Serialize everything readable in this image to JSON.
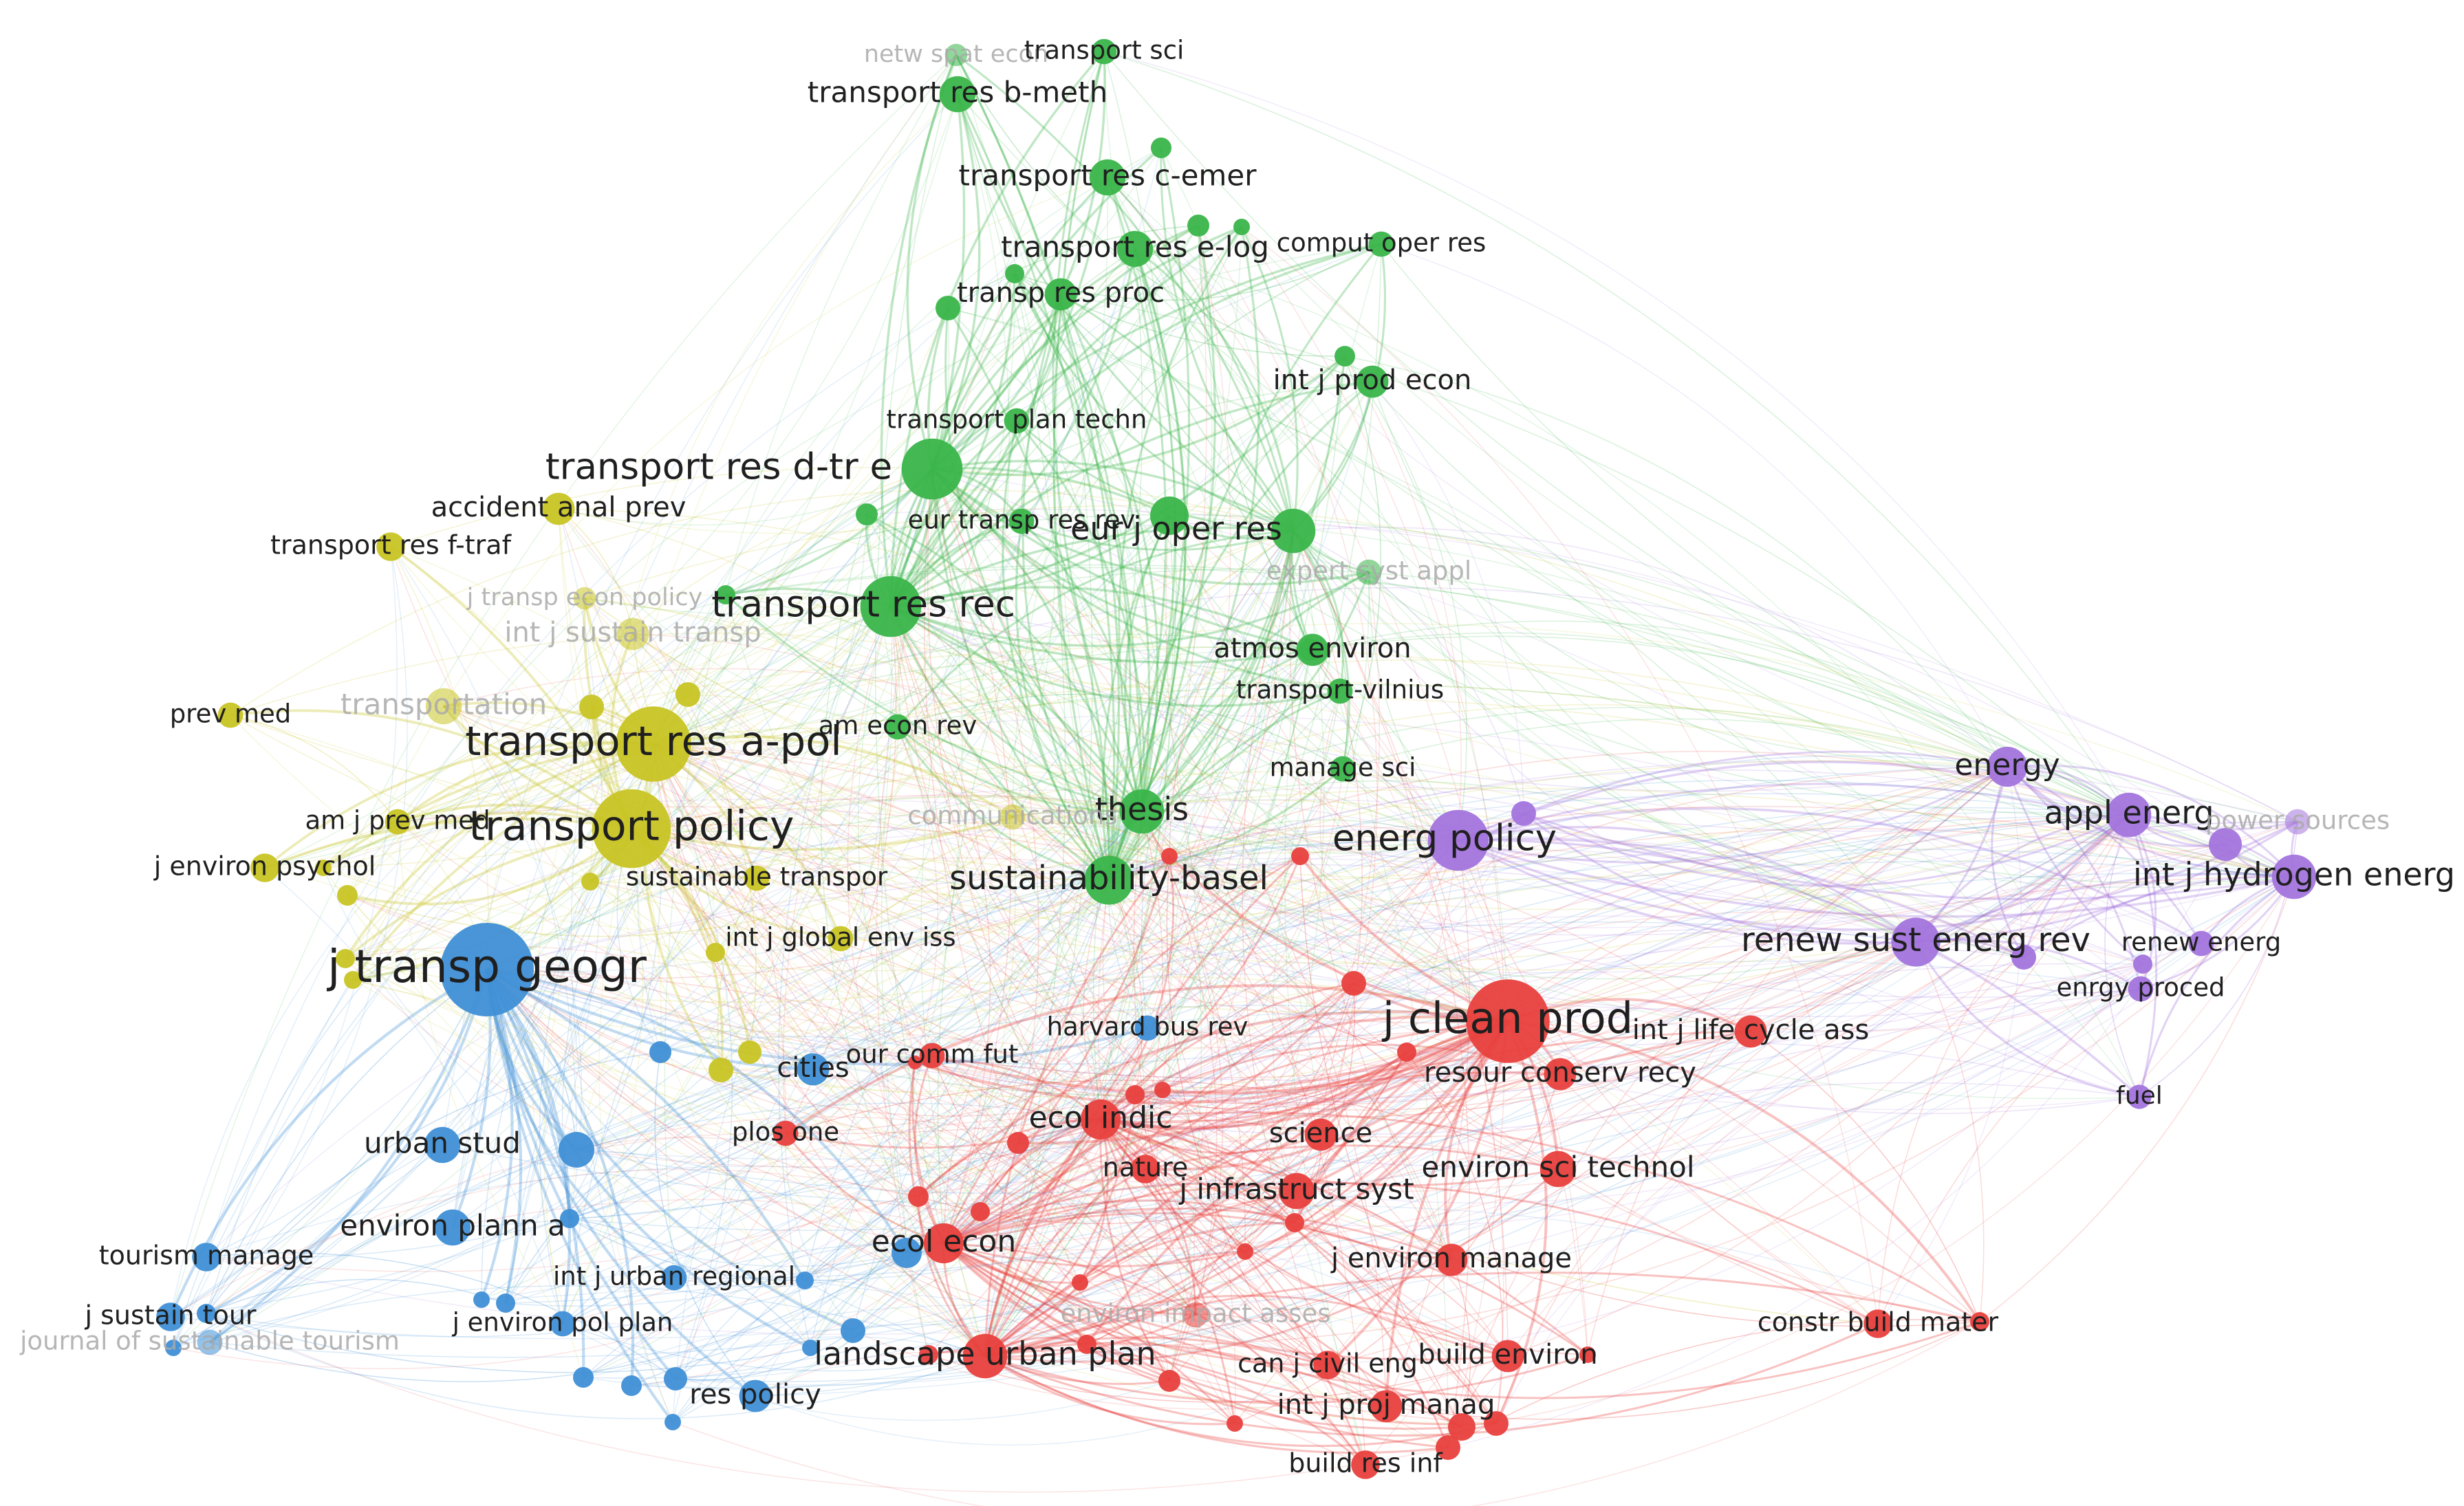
{
  "diagram": {
    "type": "co-citation network",
    "clusters": [
      {
        "id": "red",
        "color": "#e8403d"
      },
      {
        "id": "green",
        "color": "#3ab54a"
      },
      {
        "id": "blue",
        "color": "#3f8fd6"
      },
      {
        "id": "yellow",
        "color": "#c8c424"
      },
      {
        "id": "purple",
        "color": "#a374dd"
      }
    ],
    "nodes": [
      {
        "label": "j transp geogr",
        "cluster": "blue",
        "weight": 1.0,
        "faded": false
      },
      {
        "label": "transport res a-pol",
        "cluster": "yellow",
        "weight": 0.85,
        "faded": false
      },
      {
        "label": "transport policy",
        "cluster": "yellow",
        "weight": 0.88,
        "faded": false
      },
      {
        "label": "transport res d-tr e",
        "cluster": "green",
        "weight": 0.72,
        "faded": false
      },
      {
        "label": "transport res rec",
        "cluster": "green",
        "weight": 0.72,
        "faded": false
      },
      {
        "label": "j clean prod",
        "cluster": "red",
        "weight": 0.92,
        "faded": false
      },
      {
        "label": "energ policy",
        "cluster": "purple",
        "weight": 0.72,
        "faded": false
      },
      {
        "label": "renew sust energ rev",
        "cluster": "purple",
        "weight": 0.6,
        "faded": false
      },
      {
        "label": "int j hydrogen energ",
        "cluster": "purple",
        "weight": 0.55,
        "faded": false
      },
      {
        "label": "appl energ",
        "cluster": "purple",
        "weight": 0.55,
        "faded": false
      },
      {
        "label": "energy",
        "cluster": "purple",
        "weight": 0.5,
        "faded": false
      },
      {
        "label": "power sources",
        "cluster": "purple",
        "weight": 0.3,
        "faded": true
      },
      {
        "label": "renew energ",
        "cluster": "purple",
        "weight": 0.3,
        "faded": false
      },
      {
        "label": "enrgy proced",
        "cluster": "purple",
        "weight": 0.3,
        "faded": false
      },
      {
        "label": "fuel",
        "cluster": "purple",
        "weight": 0.28,
        "faded": false
      },
      {
        "label": "transport res b-meth",
        "cluster": "green",
        "weight": 0.45,
        "faded": false
      },
      {
        "label": "netw spat econ",
        "cluster": "green",
        "weight": 0.25,
        "faded": true
      },
      {
        "label": "transport sci",
        "cluster": "green",
        "weight": 0.3,
        "faded": false
      },
      {
        "label": "transport res c-emer",
        "cluster": "green",
        "weight": 0.45,
        "faded": false
      },
      {
        "label": "transport res e-log",
        "cluster": "green",
        "weight": 0.45,
        "faded": false
      },
      {
        "label": "comput oper res",
        "cluster": "green",
        "weight": 0.3,
        "faded": false
      },
      {
        "label": "transp res proc",
        "cluster": "green",
        "weight": 0.4,
        "faded": false
      },
      {
        "label": "int j prod econ",
        "cluster": "green",
        "weight": 0.4,
        "faded": false
      },
      {
        "label": "transport plan techn",
        "cluster": "green",
        "weight": 0.3,
        "faded": false
      },
      {
        "label": "eur transp res rev",
        "cluster": "green",
        "weight": 0.3,
        "faded": false
      },
      {
        "label": "eur j oper res",
        "cluster": "green",
        "weight": 0.55,
        "faded": false
      },
      {
        "label": "expert syst appl",
        "cluster": "green",
        "weight": 0.3,
        "faded": true
      },
      {
        "label": "atmos environ",
        "cluster": "green",
        "weight": 0.4,
        "faded": false
      },
      {
        "label": "transport-vilnius",
        "cluster": "green",
        "weight": 0.3,
        "faded": false
      },
      {
        "label": "manage sci",
        "cluster": "green",
        "weight": 0.3,
        "faded": false
      },
      {
        "label": "thesis",
        "cluster": "green",
        "weight": 0.55,
        "faded": false
      },
      {
        "label": "sustainability-basel",
        "cluster": "green",
        "weight": 0.6,
        "faded": false
      },
      {
        "label": "am econ rev",
        "cluster": "green",
        "weight": 0.3,
        "faded": false
      },
      {
        "label": "accident anal prev",
        "cluster": "yellow",
        "weight": 0.4,
        "faded": false
      },
      {
        "label": "transport res f-traf",
        "cluster": "yellow",
        "weight": 0.35,
        "faded": false
      },
      {
        "label": "j transp econ policy",
        "cluster": "yellow",
        "weight": 0.25,
        "faded": true
      },
      {
        "label": "int j sustain transp",
        "cluster": "yellow",
        "weight": 0.4,
        "faded": true
      },
      {
        "label": "prev med",
        "cluster": "yellow",
        "weight": 0.3,
        "faded": false
      },
      {
        "label": "transportation",
        "cluster": "yellow",
        "weight": 0.45,
        "faded": true
      },
      {
        "label": "am j prev med",
        "cluster": "yellow",
        "weight": 0.3,
        "faded": false
      },
      {
        "label": "j environ psychol",
        "cluster": "yellow",
        "weight": 0.35,
        "faded": false
      },
      {
        "label": "sustainable transpor",
        "cluster": "yellow",
        "weight": 0.3,
        "faded": false
      },
      {
        "label": "communications",
        "cluster": "yellow",
        "weight": 0.3,
        "faded": true
      },
      {
        "label": "int j global env iss",
        "cluster": "yellow",
        "weight": 0.3,
        "faded": false
      },
      {
        "label": "cities",
        "cluster": "blue",
        "weight": 0.4,
        "faded": false
      },
      {
        "label": "our comm fut",
        "cluster": "red",
        "weight": 0.3,
        "faded": false
      },
      {
        "label": "harvard bus rev",
        "cluster": "blue",
        "weight": 0.3,
        "faded": false
      },
      {
        "label": "urban stud",
        "cluster": "blue",
        "weight": 0.45,
        "faded": false
      },
      {
        "label": "environ plann a",
        "cluster": "blue",
        "weight": 0.45,
        "faded": false
      },
      {
        "label": "tourism manage",
        "cluster": "blue",
        "weight": 0.35,
        "faded": false
      },
      {
        "label": "j sustain tour",
        "cluster": "blue",
        "weight": 0.35,
        "faded": false
      },
      {
        "label": "journal of sustainable tourism",
        "cluster": "blue",
        "weight": 0.3,
        "faded": true
      },
      {
        "label": "int j urban regional",
        "cluster": "blue",
        "weight": 0.3,
        "faded": false
      },
      {
        "label": "j environ pol plan",
        "cluster": "blue",
        "weight": 0.3,
        "faded": false
      },
      {
        "label": "res policy",
        "cluster": "blue",
        "weight": 0.4,
        "faded": false
      },
      {
        "label": "plos one",
        "cluster": "red",
        "weight": 0.3,
        "faded": false
      },
      {
        "label": "ecol indic",
        "cluster": "red",
        "weight": 0.5,
        "faded": false
      },
      {
        "label": "environ impact asses",
        "cluster": "red",
        "weight": 0.3,
        "faded": true
      },
      {
        "label": "ecol econ",
        "cluster": "red",
        "weight": 0.5,
        "faded": false
      },
      {
        "label": "landscape urban plan",
        "cluster": "red",
        "weight": 0.55,
        "faded": false
      },
      {
        "label": "science",
        "cluster": "red",
        "weight": 0.4,
        "faded": false
      },
      {
        "label": "nature",
        "cluster": "red",
        "weight": 0.35,
        "faded": false
      },
      {
        "label": "j infrastruct syst",
        "cluster": "red",
        "weight": 0.45,
        "faded": false
      },
      {
        "label": "environ sci technol",
        "cluster": "red",
        "weight": 0.45,
        "faded": false
      },
      {
        "label": "resour conserv recy",
        "cluster": "red",
        "weight": 0.4,
        "faded": false
      },
      {
        "label": "int j life cycle ass",
        "cluster": "red",
        "weight": 0.4,
        "faded": false
      },
      {
        "label": "j environ manage",
        "cluster": "red",
        "weight": 0.4,
        "faded": false
      },
      {
        "label": "constr build mater",
        "cluster": "red",
        "weight": 0.35,
        "faded": false
      },
      {
        "label": "build environ",
        "cluster": "red",
        "weight": 0.4,
        "faded": false
      },
      {
        "label": "can j civil eng",
        "cluster": "red",
        "weight": 0.35,
        "faded": false
      },
      {
        "label": "int j proj manag",
        "cluster": "red",
        "weight": 0.4,
        "faded": false
      },
      {
        "label": "build res inf",
        "cluster": "red",
        "weight": 0.35,
        "faded": false
      }
    ]
  }
}
